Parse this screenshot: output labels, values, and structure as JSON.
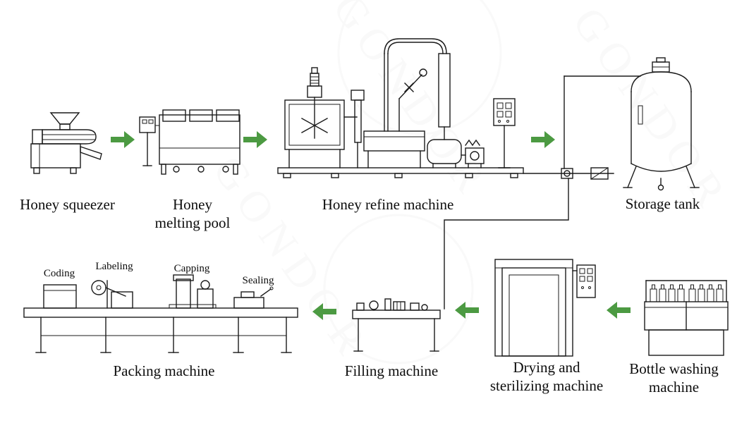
{
  "labels": {
    "honey_squeezer": "Honey squeezer",
    "honey_melting_line1": "Honey",
    "honey_melting_line2": "melting pool",
    "honey_refine_machine": "Honey refine machine",
    "storage_tank": "Storage tank",
    "coding": "Coding",
    "labeling": "Labeling",
    "capping": "Capping",
    "sealing": "Sealing",
    "packing_machine": "Packing machine",
    "filling_machine": "Filling machine",
    "drying_line1": "Drying and",
    "drying_line2": "sterilizing machine",
    "bottle_washing_line1": "Bottle washing",
    "bottle_washing_line2": "machine"
  },
  "watermark": {
    "text": "GONDOR"
  },
  "colors": {
    "arrow": "#4c9a42",
    "line": "#1b1b1b",
    "watermark": "#8a8a8a"
  }
}
